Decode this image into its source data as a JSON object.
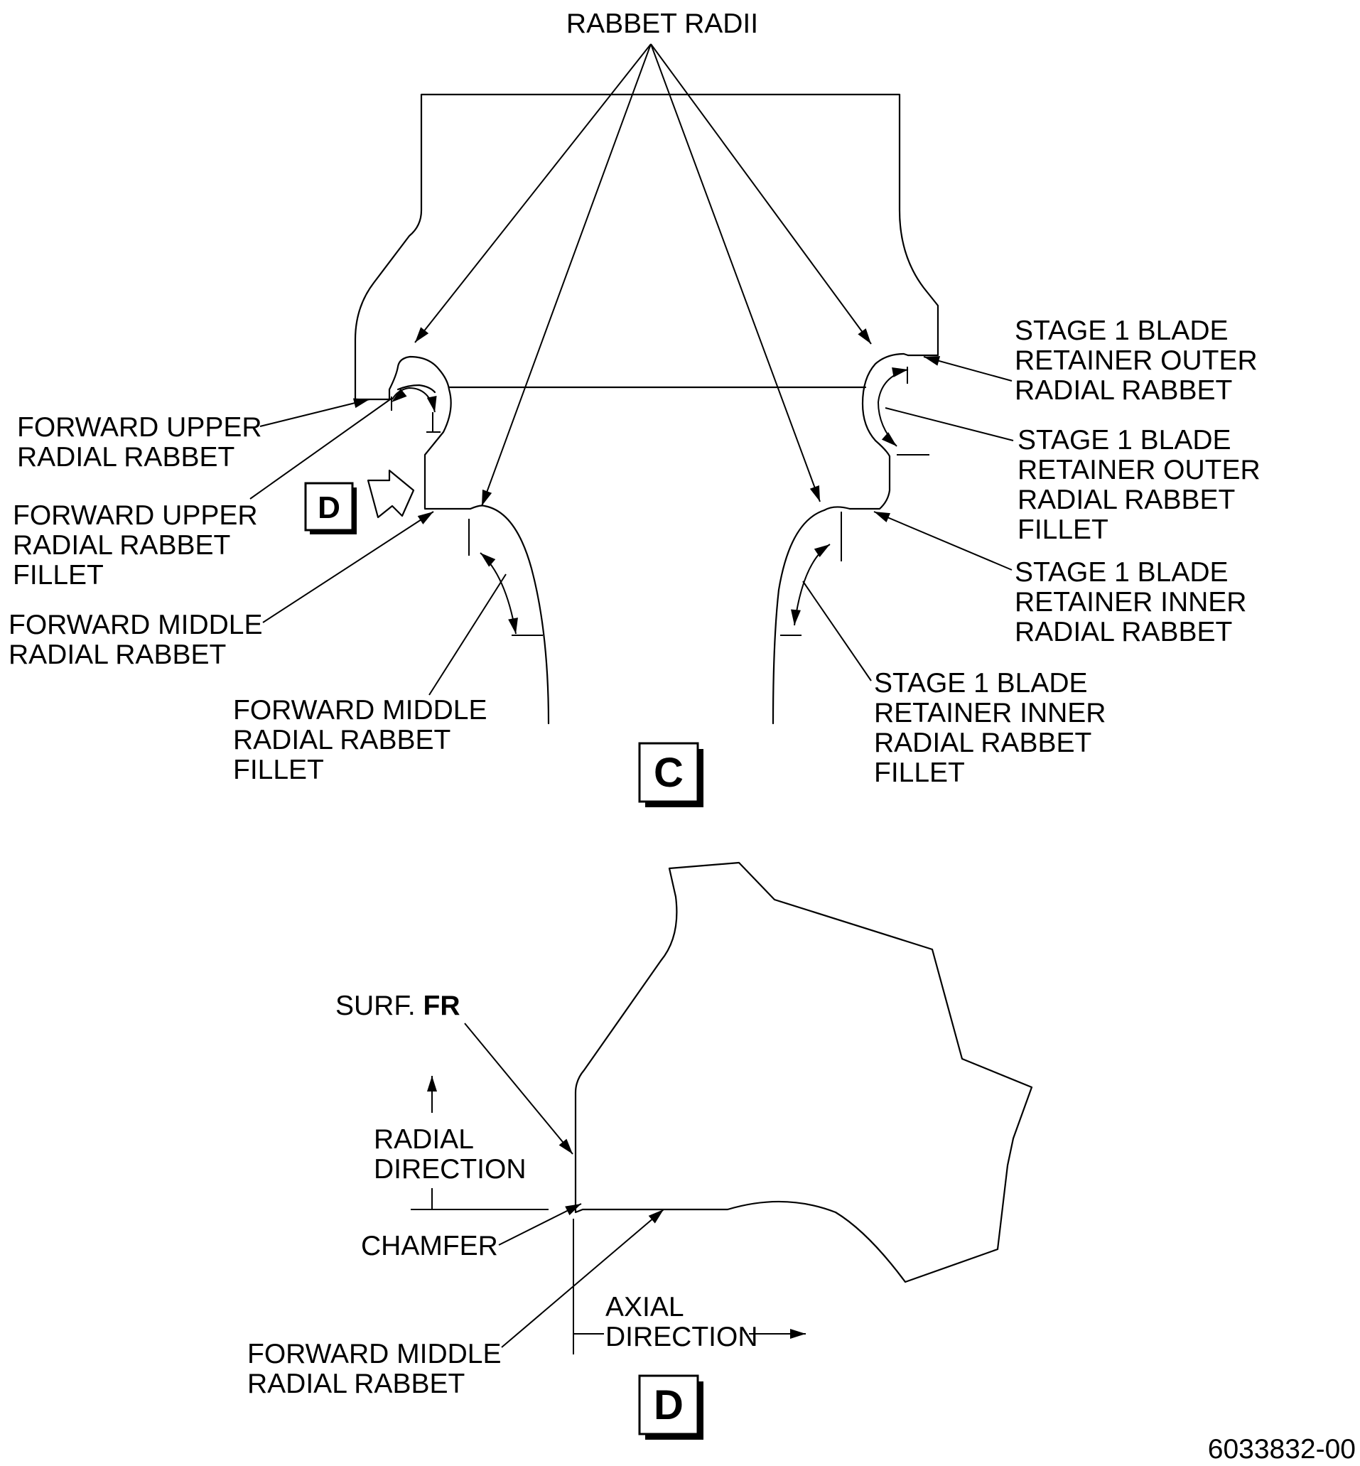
{
  "labels": {
    "rabbet_radii": "RABBET RADII",
    "fwd_upper_rabbet": [
      "FORWARD UPPER",
      "RADIAL RABBET"
    ],
    "fwd_upper_fillet": [
      "FORWARD UPPER",
      "RADIAL RABBET",
      "FILLET"
    ],
    "fwd_middle_rabbet": [
      "FORWARD MIDDLE",
      "RADIAL RABBET"
    ],
    "fwd_middle_fillet": [
      "FORWARD MIDDLE",
      "RADIAL RABBET",
      "FILLET"
    ],
    "s1_outer_rabbet": [
      "STAGE 1 BLADE",
      "RETAINER OUTER",
      "RADIAL RABBET"
    ],
    "s1_outer_fillet": [
      "STAGE 1 BLADE",
      "RETAINER OUTER",
      "RADIAL RABBET",
      "FILLET"
    ],
    "s1_inner_rabbet": [
      "STAGE 1 BLADE",
      "RETAINER INNER",
      "RADIAL RABBET"
    ],
    "s1_inner_fillet": [
      "STAGE 1 BLADE",
      "RETAINER INNER",
      "RADIAL RABBET",
      "FILLET"
    ],
    "surf_prefix": "SURF.",
    "surf_bold": "FR",
    "radial_direction": [
      "RADIAL",
      "DIRECTION"
    ],
    "chamfer": "CHAMFER",
    "fwd_middle_rabbet_d": [
      "FORWARD MIDDLE",
      "RADIAL RABBET"
    ],
    "axial_direction": [
      "AXIAL",
      "DIRECTION"
    ]
  },
  "views": {
    "c_label": "C",
    "d_label": "D",
    "d_ref": "D"
  },
  "figure_id": "6033832-00"
}
